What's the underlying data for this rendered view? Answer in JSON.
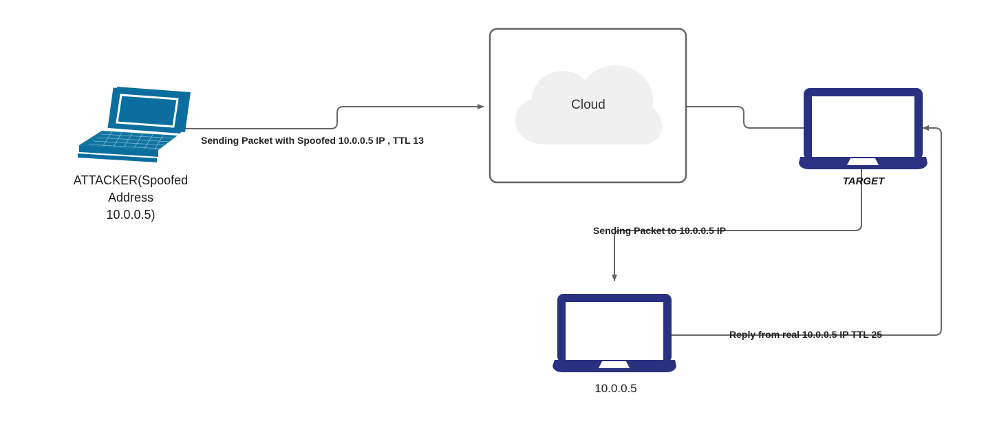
{
  "diagram": {
    "title": "IP Spoofing / TTL Reflection Network Diagram",
    "colors": {
      "attacker_device": "#0B6E9E",
      "device_blue": "#2A3181",
      "cloud_fill": "#F0F0F0",
      "edge_stroke": "#666666",
      "box_stroke": "#666666",
      "label_text": "#222222"
    },
    "nodes": [
      {
        "id": "attacker",
        "icon": "laptop-3d-icon",
        "label": "ATTACKER(Spoofed\nAddress\n10.0.0.5)"
      },
      {
        "id": "cloud-box",
        "icon": "cloud-icon",
        "label": "Cloud"
      },
      {
        "id": "target",
        "icon": "laptop-icon",
        "label": "TARGET"
      },
      {
        "id": "victim",
        "icon": "laptop-icon",
        "label": "10.0.0.5"
      }
    ],
    "edges": [
      {
        "id": "attacker-to-cloud",
        "label": "Sending Packet with Spoofed 10.0.0.5 IP , TTL 13",
        "from": "attacker",
        "to": "cloud-box"
      },
      {
        "id": "cloud-to-target",
        "label": "",
        "from": "cloud-box",
        "to": "target"
      },
      {
        "id": "target-to-victim",
        "label": "Sending Packet to 10.0.0.5 IP",
        "from": "target",
        "to": "victim"
      },
      {
        "id": "victim-to-target",
        "label": "Reply from real 10.0.0.5 IP TTL 25",
        "from": "victim",
        "to": "target"
      }
    ]
  }
}
